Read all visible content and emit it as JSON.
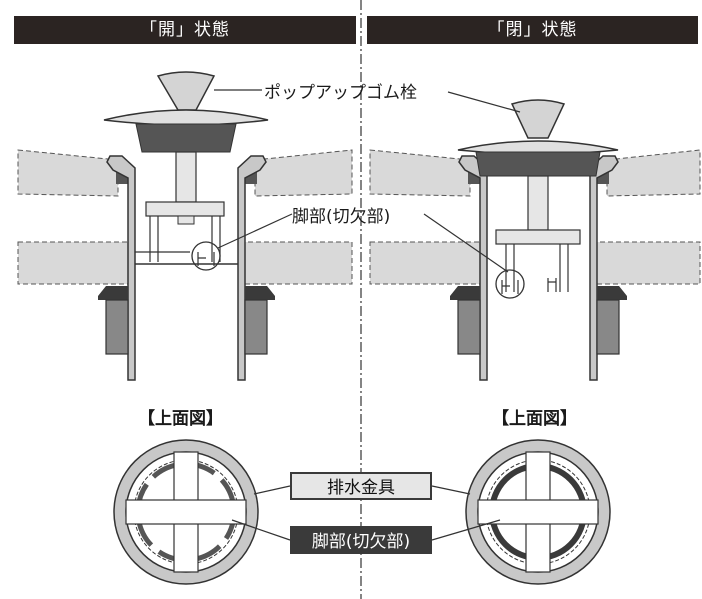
{
  "headers": {
    "open": "「開」状態",
    "closed": "「閉」状態"
  },
  "labels": {
    "stopper": "ポップアップゴム栓",
    "leg": "脚部(切欠部)",
    "top_view_left": "【上面図】",
    "top_view_right": "【上面図】",
    "drain_fitting": "排水金具",
    "leg_notch": "脚部(切欠部)"
  },
  "colors": {
    "header_bg": "#2b2422",
    "metal_gray": "#c8c8c8",
    "counter_gray": "#d9d9d9",
    "rubber_dark": "#555555",
    "outline": "#333333"
  }
}
